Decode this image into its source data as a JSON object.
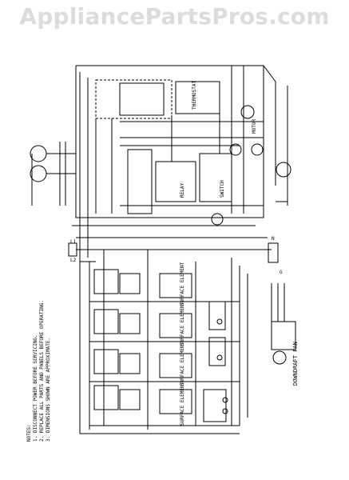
{
  "watermark": "AppliancePartsPros.com",
  "diagram": {
    "notes": [
      "NOTES:",
      "1. DISCONNECT POWER BEFORE SERVICING.",
      "2. REPLACE ALL PARTS AND PANELS BEFORE OPERATING.",
      "3. DIMENSIONS SHOWN ARE APPROXIMATE."
    ],
    "component_labels": [
      "THERMOSTAT",
      "RELAY",
      "MOTOR",
      "SWITCH",
      "SURFACE ELEMENT",
      "SURFACE ELEMENT",
      "SURFACE ELEMENT",
      "SURFACE ELEMENT",
      "DOWNDRAFT FAN"
    ],
    "terminal_labels": [
      "L1",
      "L2",
      "N",
      "G"
    ]
  }
}
